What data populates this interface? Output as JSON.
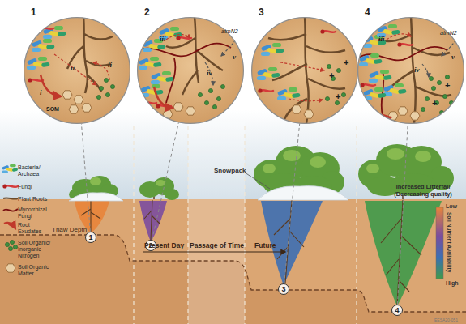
{
  "diagram": {
    "nodes": [
      {
        "text": [
          "1",
          "i",
          "ii",
          "ii",
          "SOM"
        ]
      },
      {
        "text": [
          "2",
          "iii",
          "iv",
          "v",
          "atmN2"
        ]
      },
      {
        "text": [
          "3",
          "+",
          "+",
          "+"
        ]
      },
      {
        "text": [
          "4",
          "iii",
          "iv",
          "v",
          "atmN2",
          "+",
          "+"
        ]
      },
      {
        "text": [
          "1"
        ]
      },
      {
        "text": [
          "2"
        ]
      },
      {
        "text": [
          "3"
        ]
      },
      {
        "text": [
          "4"
        ]
      }
    ],
    "edges": [
      {
        "from": 4,
        "to": 0,
        "arrow": "none"
      },
      {
        "from": 5,
        "to": 1,
        "arrow": "none"
      },
      {
        "from": 6,
        "to": 2,
        "arrow": "none"
      },
      {
        "from": 7,
        "to": 3,
        "arrow": "none"
      }
    ],
    "labels": [
      "Thaw Depth",
      "Present Day",
      "Passage of Time",
      "Future",
      "Snowpack",
      "Increased Litterfall (Decreasing quality)",
      "Low",
      "Soil Nutrient Availability",
      "High",
      "EESA20-051"
    ],
    "legend": [
      {
        "text": "Bacteria/ Archaea"
      },
      {
        "text": "Fungi"
      },
      {
        "text": "Plant Roots"
      },
      {
        "text": "Mycorrhizal Fungi"
      },
      {
        "text": "Root Exudates"
      },
      {
        "text": "Soil Organic/ Inorganic Nitrogen"
      },
      {
        "text": "Soil Organic Matter"
      }
    ]
  }
}
